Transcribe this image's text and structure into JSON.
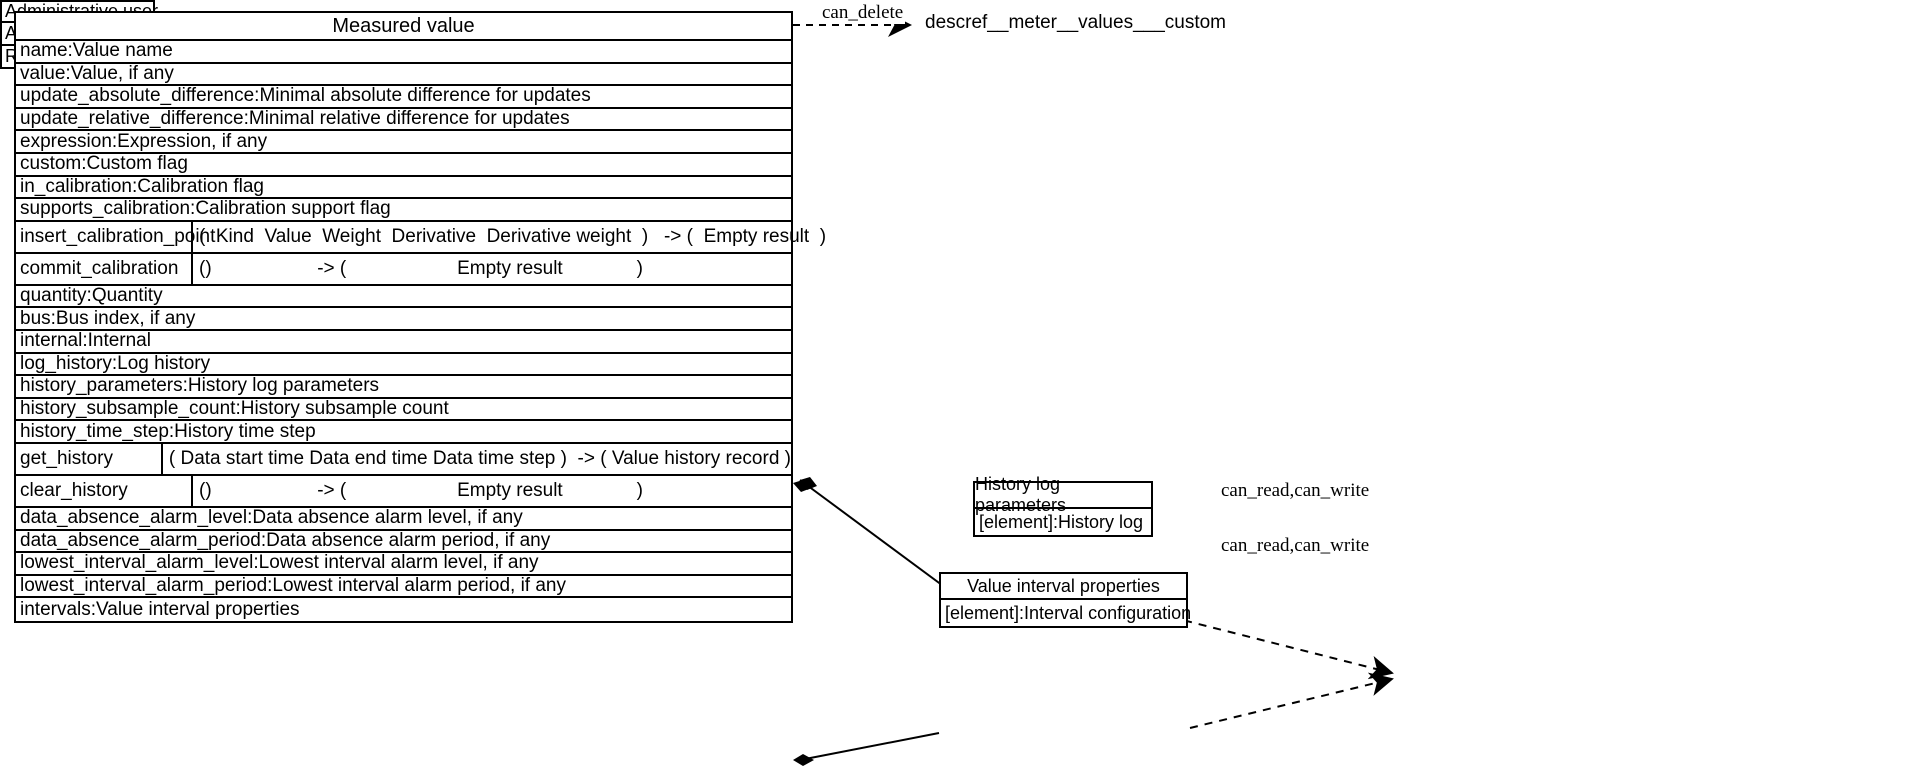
{
  "diagram": {
    "type": "uml-class-diagram",
    "title": "Measured value"
  },
  "main_class": {
    "name": "Measured value",
    "members": [
      {
        "kind": "attribute",
        "text": "name:Value name"
      },
      {
        "kind": "attribute",
        "text": "value:Value, if any"
      },
      {
        "kind": "attribute",
        "text": "update_absolute_difference:Minimal absolute difference for updates"
      },
      {
        "kind": "attribute",
        "text": "update_relative_difference:Minimal relative difference for updates"
      },
      {
        "kind": "attribute",
        "text": "expression:Expression, if any"
      },
      {
        "kind": "attribute",
        "text": "custom:Custom flag"
      },
      {
        "kind": "attribute",
        "text": "in_calibration:Calibration flag"
      },
      {
        "kind": "attribute",
        "text": "supports_calibration:Calibration support flag"
      },
      {
        "kind": "method",
        "name": "insert_calibration_point",
        "signature": "(  Kind  Value  Weight  Derivative  Derivative weight  )   -> (  Empty result  )"
      },
      {
        "kind": "method",
        "name": "commit_calibration",
        "signature": "()                    -> (                     Empty result              )"
      },
      {
        "kind": "attribute",
        "text": "quantity:Quantity"
      },
      {
        "kind": "attribute",
        "text": "bus:Bus index, if any"
      },
      {
        "kind": "attribute",
        "text": "internal:Internal"
      },
      {
        "kind": "attribute",
        "text": "log_history:Log history"
      },
      {
        "kind": "attribute",
        "text": "history_parameters:History log parameters"
      },
      {
        "kind": "attribute",
        "text": "history_subsample_count:History subsample count"
      },
      {
        "kind": "attribute",
        "text": "history_time_step:History time step"
      },
      {
        "kind": "method",
        "name": "get_history",
        "signature": "( Data start time Data end time Data time step )  -> ( Value history record )"
      },
      {
        "kind": "method",
        "name": "clear_history",
        "signature": "()                    -> (                     Empty result              )"
      },
      {
        "kind": "attribute",
        "text": "data_absence_alarm_level:Data absence alarm level, if any"
      },
      {
        "kind": "attribute",
        "text": "data_absence_alarm_period:Data absence alarm period, if any"
      },
      {
        "kind": "attribute",
        "text": "lowest_interval_alarm_level:Lowest interval alarm level, if any"
      },
      {
        "kind": "attribute",
        "text": "lowest_interval_alarm_period:Lowest interval alarm period, if any"
      },
      {
        "kind": "attribute",
        "text": "intervals:Value interval properties"
      }
    ]
  },
  "nodes": {
    "descref": {
      "label": "descref__meter__values___custom"
    },
    "history_log_parameters": {
      "title": "History log parameters",
      "rows": [
        "[element]:History log"
      ]
    },
    "value_interval_properties": {
      "title": "Value interval properties",
      "rows": [
        "[element]:Interval configuration"
      ]
    },
    "administrative_user": {
      "title": "Administrative user",
      "rows": [
        "Administrator",
        "Regular user"
      ]
    }
  },
  "edges": [
    {
      "id": "can_delete",
      "label": "can_delete",
      "from": "Measured value",
      "to": "descref__meter__values___custom",
      "style": "dashed-arrow"
    },
    {
      "id": "hist_comp",
      "label": "",
      "from": "Measured value",
      "to": "History log parameters",
      "style": "composition"
    },
    {
      "id": "interval_comp",
      "label": "",
      "from": "Measured value",
      "to": "Value interval properties",
      "style": "composition"
    },
    {
      "id": "can_rw_1",
      "label": "can_read,can_write",
      "from": "History log parameters",
      "to": "Administrative user",
      "style": "dashed-arrow"
    },
    {
      "id": "can_rw_2",
      "label": "can_read,can_write",
      "from": "Value interval properties",
      "to": "Administrative user",
      "style": "dashed-arrow"
    }
  ],
  "colors": {
    "background": "#ffffff",
    "stroke": "#000000",
    "text": "#000000"
  }
}
